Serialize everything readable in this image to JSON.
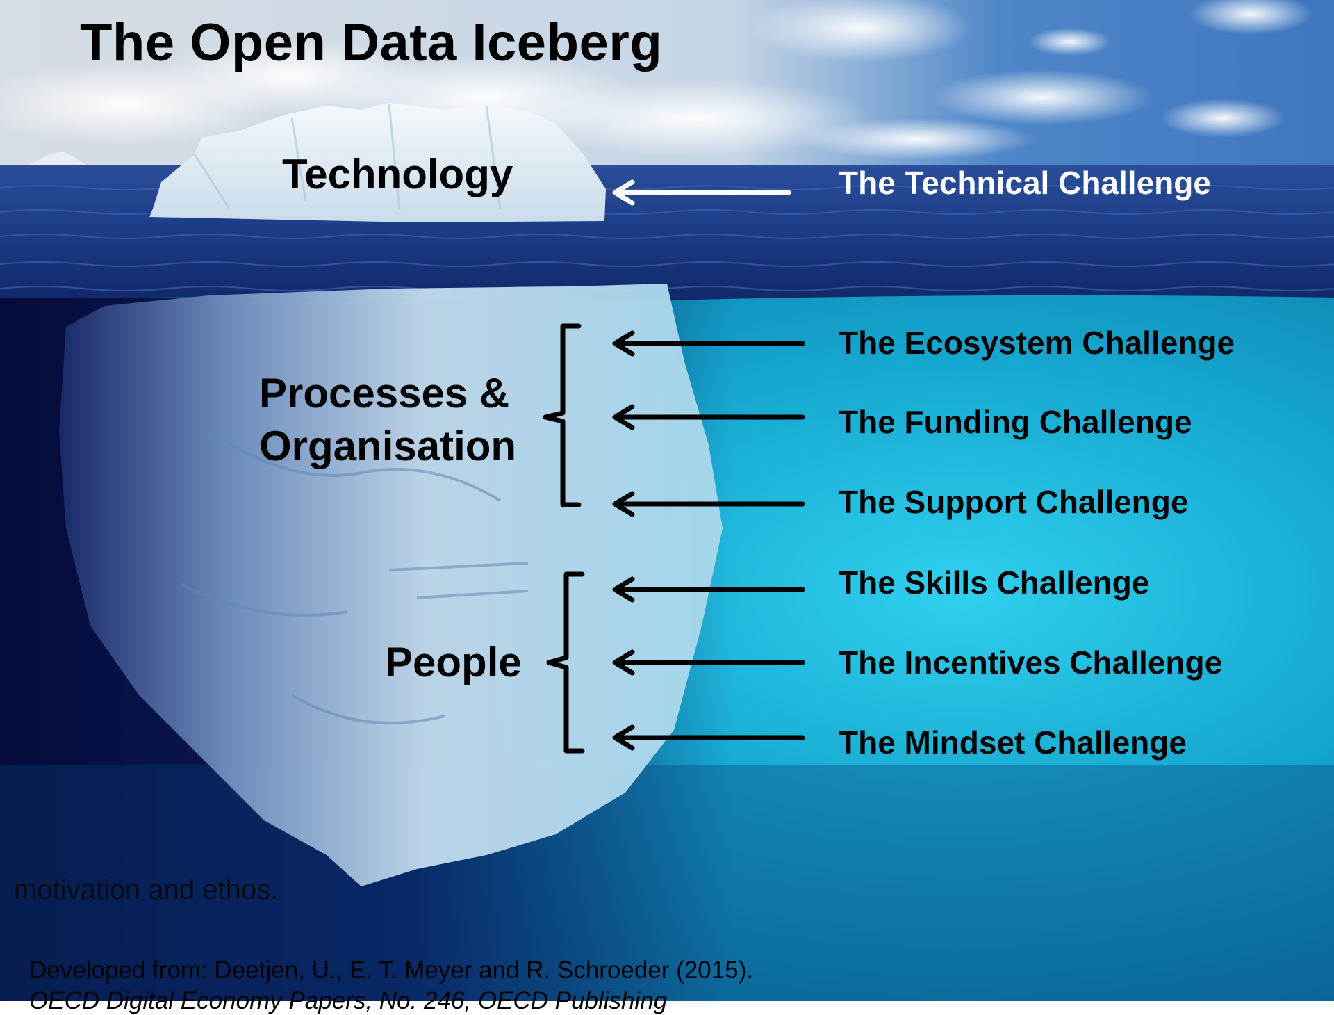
{
  "title": "The Open Data Iceberg",
  "tiers": {
    "technology": "Technology",
    "processes_line1": "Processes &",
    "processes_line2": "Organisation",
    "people": "People"
  },
  "challenges": {
    "technical": "The Technical Challenge",
    "ecosystem": "The Ecosystem Challenge",
    "funding": "The Funding Challenge",
    "support": "The Support Challenge",
    "skills": "The Skills Challenge",
    "incentives": "The Incentives Challenge",
    "mindset": "The Mindset Challenge"
  },
  "overlap_text": "motivation and ethos.",
  "footer": {
    "line1": "Developed from: Deetjen, U., E. T. Meyer and R. Schroeder (2015).",
    "line2": "OECD Digital Economy Papers, No. 246, OECD Publishing"
  },
  "colors": {
    "sky": "#b8d2ea",
    "sea_surface": "#1f3f8a",
    "underwater_light": "#1fb8dc",
    "underwater_dark": "#06124a",
    "ice": "#e6f1f8",
    "arrow_white": "#ffffff",
    "arrow_black": "#000000"
  }
}
